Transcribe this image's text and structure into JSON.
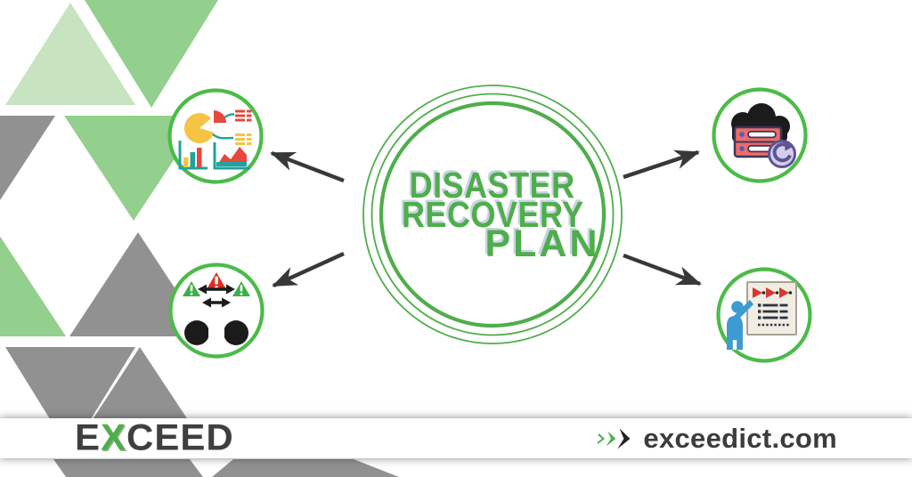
{
  "title": {
    "line1": "DISASTER",
    "line2": "RECOVERY",
    "line3": "PLAN"
  },
  "branches": {
    "top_left": {
      "icon": "analytics-dashboard-icon"
    },
    "top_right": {
      "icon": "cloud-data-backup-icon"
    },
    "bottom_left": {
      "icon": "risk-communication-icon"
    },
    "bottom_right": {
      "icon": "plan-training-presentation-icon"
    }
  },
  "footer": {
    "logo_part1": "E",
    "logo_part2": "X",
    "logo_part3": "CEED",
    "chevrons_icon": "triple-chevron-icon",
    "website": "exceedict.com"
  },
  "colors": {
    "green": "#4fae4c",
    "green_bright": "#4cbb49",
    "green_mid": "#93cf8d",
    "green_pale": "#c7e3bf",
    "gray_tri": "#919191",
    "arrow_dark": "#383838",
    "logo_ink": "#3e3f3f",
    "site_ink": "#3b3c3c",
    "yellow": "#f6c344",
    "red": "#e8473c",
    "teal": "#21a29d",
    "warn_red": "#e02b20",
    "warn_green": "#3fae49",
    "ink": "#1b1b1b",
    "salmon": "#ef6b6b",
    "navy": "#3c3756",
    "dot_blue": "#4a64b0",
    "purple": "#5d5494",
    "lavender": "#d4cdec",
    "board": "#f2ede3",
    "board_border": "#a8a195",
    "arrow_red": "#d6382f",
    "list_dark": "#2b3442",
    "person_blue": "#3d9bd1",
    "band_shadow": "rgba(30,30,30,0.55)"
  }
}
